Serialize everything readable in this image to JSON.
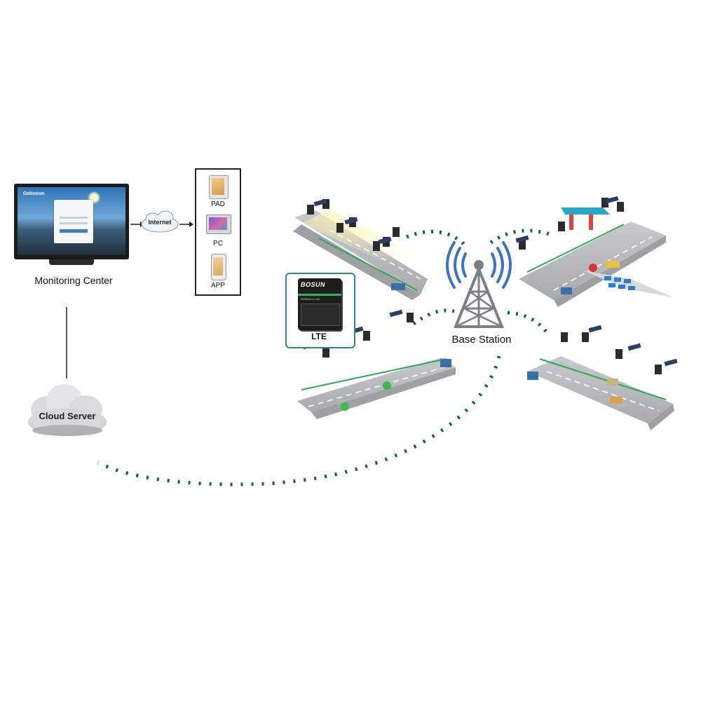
{
  "monitoring_center": {
    "label": "Monitoring Center",
    "screen_logo": "Gebosun"
  },
  "internet": {
    "label": "Internet"
  },
  "devices": [
    {
      "label": "PAD"
    },
    {
      "label": "PC"
    },
    {
      "label": "APP"
    }
  ],
  "cloud_server": {
    "label": "Cloud Server"
  },
  "lte_device": {
    "label": "LTE",
    "brand": "BOSUN",
    "model": "BOSUN-LC-4G"
  },
  "base_station": {
    "label": "Base Station"
  },
  "colors": {
    "signal_wave": "#0f5d6b",
    "road_green": "#2fa84f",
    "road_gray": "#b9bcc0",
    "lte_border": "#2a8a8e",
    "tower": "#7a7f85",
    "signal_blue": "#3b73c4"
  }
}
